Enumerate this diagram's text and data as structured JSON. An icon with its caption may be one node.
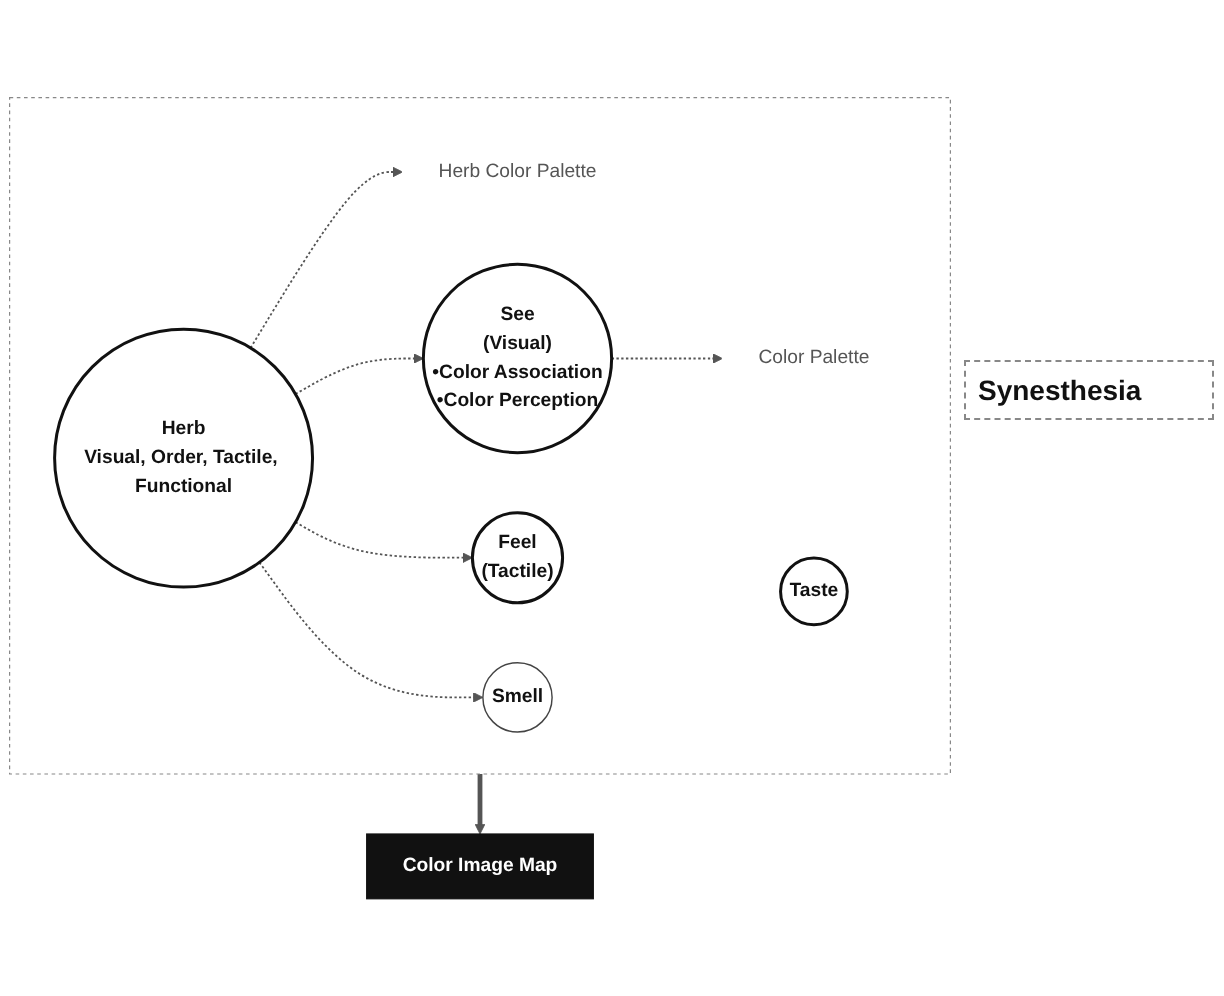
{
  "diagram": {
    "nodes": [
      {
        "text": [],
        "shape": "box"
      },
      {
        "text": [
          "Herb",
          "Visual, Order, Tactile, Functional"
        ],
        "in": 0
      },
      {
        "text": [
          "Herb Color Palette"
        ],
        "in": 0
      },
      {
        "text": [
          "See",
          "(Visual)",
          "•Color Association",
          "•Color Perception"
        ],
        "in": 0
      },
      {
        "text": [
          "Feel",
          "(Tactile)"
        ],
        "in": 0
      },
      {
        "text": [
          "Smell"
        ],
        "in": 0
      },
      {
        "text": [
          "Taste"
        ],
        "in": 0
      },
      {
        "text": [
          "Color Palette"
        ],
        "in": 0
      },
      {
        "text": [
          "Color Image Map"
        ]
      }
    ],
    "edges": [
      {
        "from": 1,
        "to": 2,
        "arrow": "to",
        "style": "dashed"
      },
      {
        "from": 1,
        "to": 3,
        "arrow": "to",
        "style": "dashed"
      },
      {
        "from": 1,
        "to": 4,
        "arrow": "to",
        "style": "dashed"
      },
      {
        "from": 1,
        "to": 5,
        "arrow": "to",
        "style": "dashed"
      },
      {
        "from": 3,
        "to": 7,
        "arrow": "to",
        "style": "dashed"
      },
      {
        "from": 0,
        "to": 8,
        "arrow": "to",
        "style": "thick"
      }
    ],
    "labels": [
      "Synesthesia"
    ]
  }
}
